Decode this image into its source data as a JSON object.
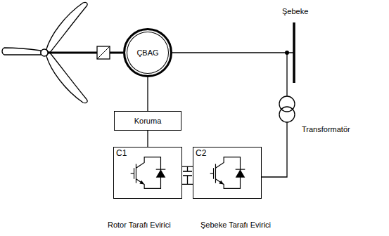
{
  "diagram": {
    "nodes": [
      {
        "text": [
          "ÇBAG"
        ]
      },
      {
        "text": [
          "Koruma"
        ]
      },
      {
        "text": [
          "C1"
        ]
      },
      {
        "text": [
          "C2"
        ]
      }
    ],
    "edges": [
      {
        "from": 0,
        "to": 1,
        "arrow": "none"
      },
      {
        "from": 1,
        "to": 2,
        "arrow": "none"
      },
      {
        "from": 2,
        "to": 3,
        "arrow": "none"
      }
    ],
    "labels": [
      "Şebeke",
      "Transformatör",
      "Rotor Tarafı Evirici",
      "Şebeke Tarafı Evirici"
    ]
  }
}
